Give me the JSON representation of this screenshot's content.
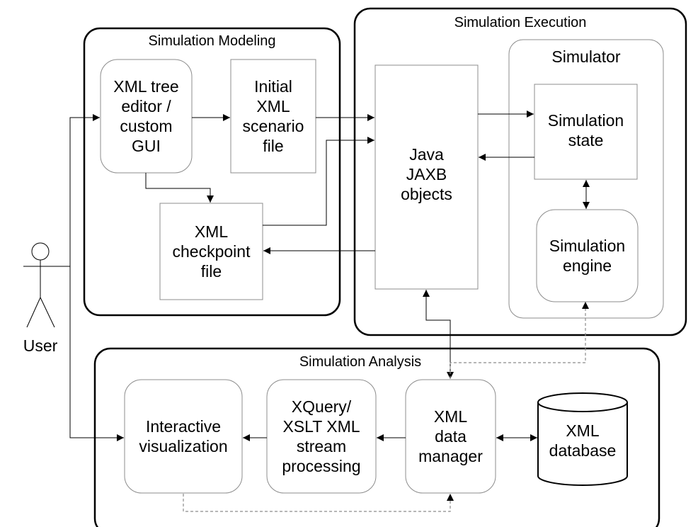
{
  "groups": {
    "modeling": "Simulation Modeling",
    "execution": "Simulation Execution",
    "analysis": "Simulation Analysis",
    "simulator": "Simulator"
  },
  "nodes": {
    "xml_tree_editor": "XML tree\neditor /\ncustom\nGUI",
    "initial_xml_scenario": "Initial\nXML\nscenario\nfile",
    "xml_checkpoint": "XML\ncheckpoint\nfile",
    "java_jaxb": "Java\nJAXB\nobjects",
    "simulation_state": "Simulation\nstate",
    "simulation_engine": "Simulation\nengine",
    "interactive_visualization": "Interactive\nvisualization",
    "xquery_xslt": "XQuery/\nXSLT XML\nstream\nprocessing",
    "xml_data_manager": "XML\ndata\nmanager",
    "xml_database": "XML\ndatabase",
    "user": "User"
  },
  "edges": [
    {
      "from": "user",
      "to": "xml_tree_editor",
      "style": "solid"
    },
    {
      "from": "user",
      "to": "interactive_visualization",
      "style": "solid"
    },
    {
      "from": "xml_tree_editor",
      "to": "initial_xml_scenario",
      "style": "solid"
    },
    {
      "from": "xml_tree_editor",
      "to": "xml_checkpoint",
      "style": "solid"
    },
    {
      "from": "initial_xml_scenario",
      "to": "java_jaxb",
      "style": "solid"
    },
    {
      "from": "xml_checkpoint",
      "to": "java_jaxb",
      "style": "solid"
    },
    {
      "from": "java_jaxb",
      "to": "xml_checkpoint",
      "style": "solid"
    },
    {
      "from": "java_jaxb",
      "to": "simulation_state",
      "style": "solid"
    },
    {
      "from": "simulation_state",
      "to": "java_jaxb",
      "style": "solid"
    },
    {
      "from": "simulation_state",
      "to": "simulation_engine",
      "style": "solid",
      "bidirectional": true
    },
    {
      "from": "java_jaxb",
      "to": "xml_data_manager",
      "style": "solid",
      "bidirectional": true
    },
    {
      "from": "xml_data_manager",
      "to": "simulation_engine",
      "style": "dashed"
    },
    {
      "from": "xml_data_manager",
      "to": "xquery_xslt",
      "style": "solid"
    },
    {
      "from": "xquery_xslt",
      "to": "interactive_visualization",
      "style": "solid"
    },
    {
      "from": "xml_data_manager",
      "to": "xml_database",
      "style": "solid",
      "bidirectional": true
    },
    {
      "from": "interactive_visualization",
      "to": "xml_data_manager",
      "style": "dashed"
    }
  ]
}
